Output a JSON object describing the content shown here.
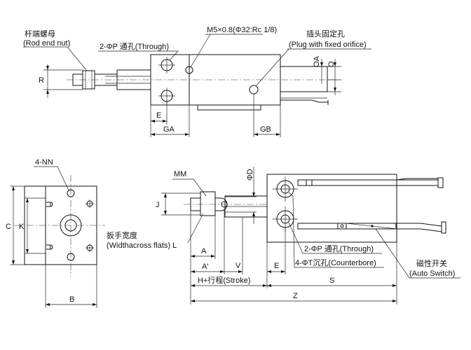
{
  "labels": {
    "rod_end_nut_cn": "杆端螺母",
    "rod_end_nut_en": "(Rod end nut)",
    "through_hole_top": "2-ΦP 通孔(Through)",
    "m5_port": "M5×0.8(Φ32:Rc 1/8)",
    "plug_cn": "插头固定孔",
    "plug_en": "(Plug with fixed orifice)",
    "dim_R": "R",
    "dim_OA": "OA",
    "dim_O": "O",
    "dim_E_top": "E",
    "dim_GA": "GA",
    "dim_GB": "GB",
    "nn_4": "4-NN",
    "dim_C": "C",
    "dim_K": "K",
    "dim_B": "B",
    "mm": "MM",
    "dim_J": "J",
    "phi_D": "ΦD",
    "wrench_cn": "扳手宽度",
    "wrench_en": "(Widthacross flats) L",
    "dim_A": "A",
    "dim_A_prime": "A'",
    "dim_V": "V",
    "dim_E_bottom": "E",
    "h_stroke": "H+行程(Stroke)",
    "dim_S": "S",
    "dim_Z": "Z",
    "through_hole_bottom": "2-ΦP 通孔(Through)",
    "counterbore": "4-ΦT沉孔(Counterbore)",
    "auto_switch_cn": "磁性开关",
    "auto_switch_en": "(Auto Switch)"
  }
}
